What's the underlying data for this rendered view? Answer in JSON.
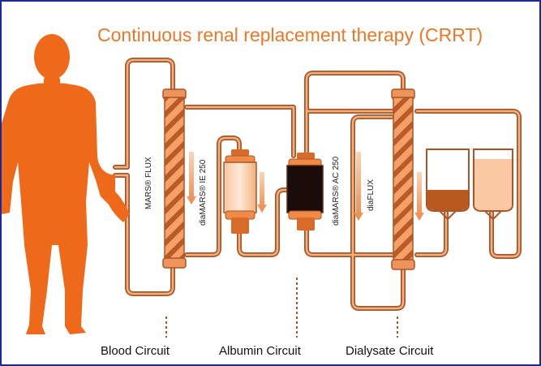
{
  "title": "Continuous renal replacement therapy (CRRT)",
  "devices": {
    "mars_flux": "MARS® FLUX",
    "diamars_ie250": "diaMARS® IE 250",
    "diamars_ac250": "diaMARS® AC 250",
    "diaflux": "diaFLUX"
  },
  "circuits": {
    "blood": "Blood Circuit",
    "albumin": "Albumin Circuit",
    "dialysate": "Dialysate Circuit"
  },
  "colors": {
    "accent": "#e8782a",
    "tube_outer": "#a9552a",
    "tube_inner": "#f3b07a",
    "body": "#ee6a1a",
    "frame": "#1a2a9a"
  }
}
